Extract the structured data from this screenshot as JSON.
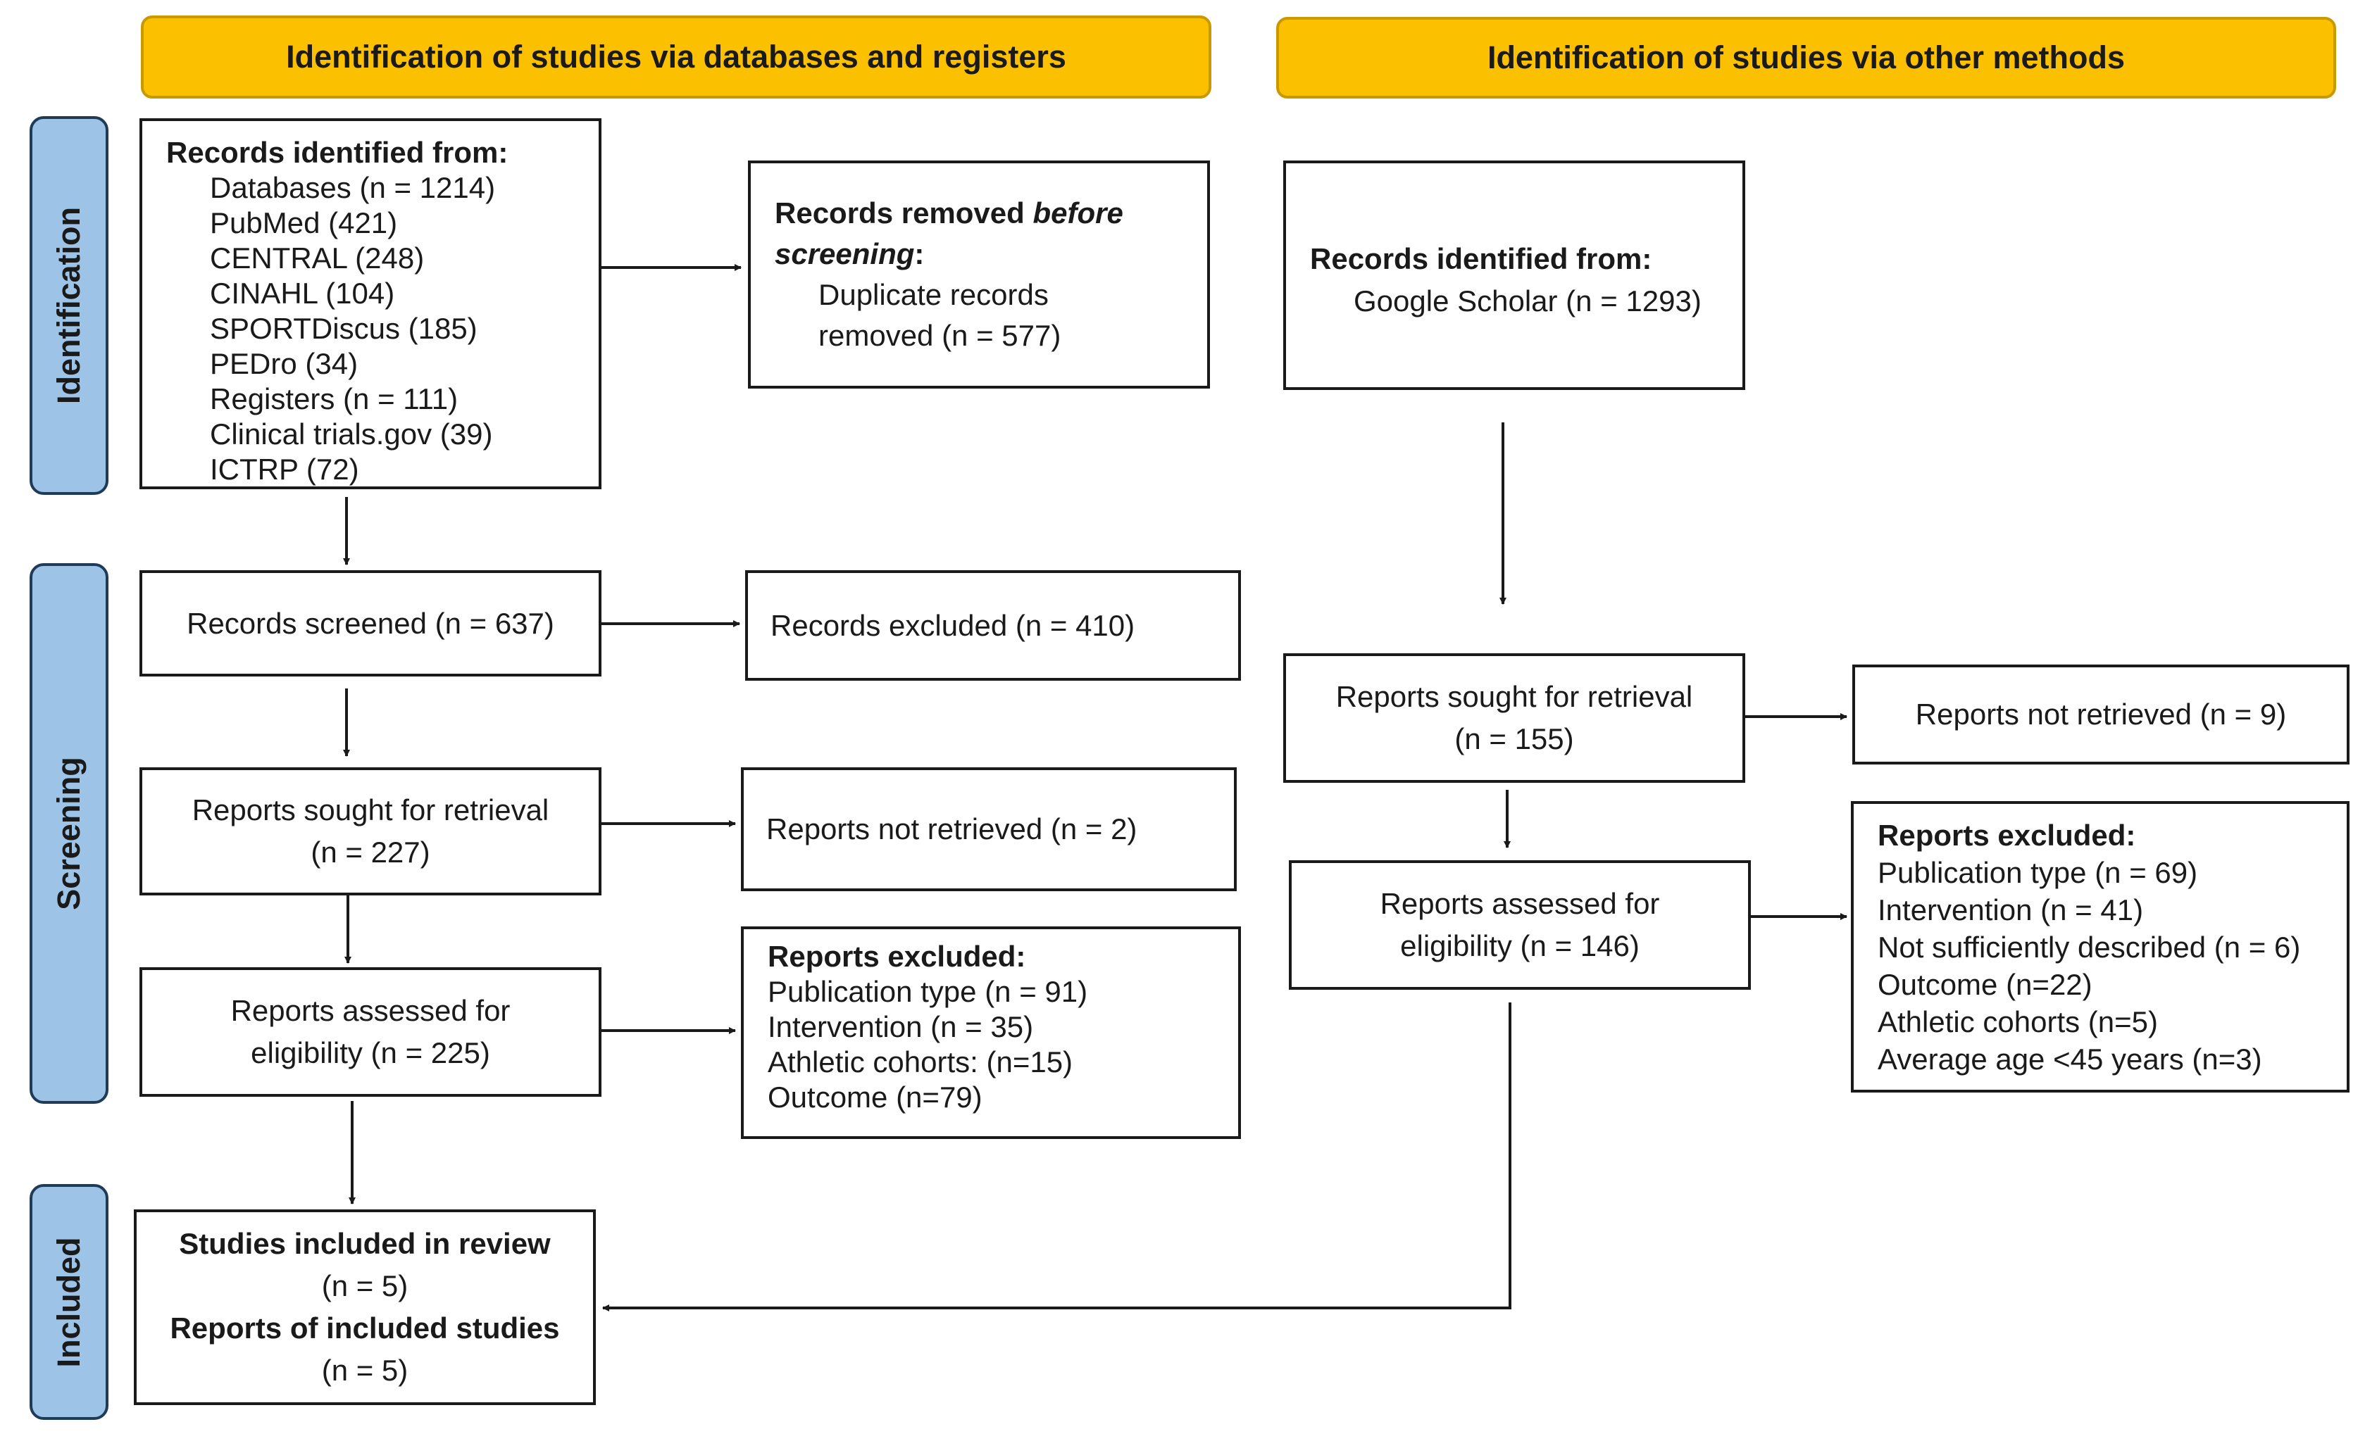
{
  "headers": {
    "left": "Identification of studies via databases and registers",
    "right": "Identification of studies via other methods"
  },
  "phases": {
    "identification": "Identification",
    "screening": "Screening",
    "included": "Included"
  },
  "db": {
    "identified": {
      "title": "Records identified from:",
      "lines": [
        "Databases (n = 1214)",
        "PubMed (421)",
        "CENTRAL (248)",
        "CINAHL (104)",
        "SPORTDiscus (185)",
        "PEDro (34)",
        "Registers (n = 111)",
        "Clinical trials.gov (39)",
        "ICTRP (72)"
      ]
    },
    "removed": {
      "title_pre": "Records removed ",
      "title_em": "before screening",
      "title_post": ":",
      "line1": "Duplicate records",
      "line2": "removed (n = 577)"
    },
    "screened": "Records screened (n = 637)",
    "excluded": "Records excluded (n = 410)",
    "sought": {
      "line1": "Reports sought for retrieval",
      "line2": "(n = 227)"
    },
    "not_retrieved": "Reports not retrieved (n = 2)",
    "assessed": {
      "line1": "Reports assessed for",
      "line2": "eligibility (n = 225)"
    },
    "reports_excluded": {
      "title": "Reports excluded:",
      "lines": [
        "Publication type (n = 91)",
        "Intervention (n = 35)",
        "Athletic cohorts: (n=15)",
        "Outcome (n=79)"
      ]
    },
    "included": {
      "studies_label": "Studies included in review",
      "studies_n": "(n = 5)",
      "reports_label": "Reports of included studies",
      "reports_n": "(n = 5)"
    }
  },
  "other": {
    "identified": {
      "title": "Records identified from:",
      "line": "Google Scholar (n = 1293)"
    },
    "sought": {
      "line1": "Reports sought for retrieval",
      "line2": "(n = 155)"
    },
    "not_retrieved": "Reports not retrieved (n = 9)",
    "assessed": {
      "line1": "Reports assessed for",
      "line2": "eligibility (n = 146)"
    },
    "reports_excluded": {
      "title": "Reports excluded:",
      "lines": [
        "Publication type (n = 69)",
        "Intervention (n = 41)",
        "Not sufficiently described (n = 6)",
        "Outcome (n=22)",
        "Athletic cohorts (n=5)",
        "Average age <45 years (n=3)"
      ]
    }
  },
  "colors": {
    "header_fill": "#fbc100",
    "phase_fill": "#9dc3e6",
    "phase_border": "#1f3b57"
  }
}
